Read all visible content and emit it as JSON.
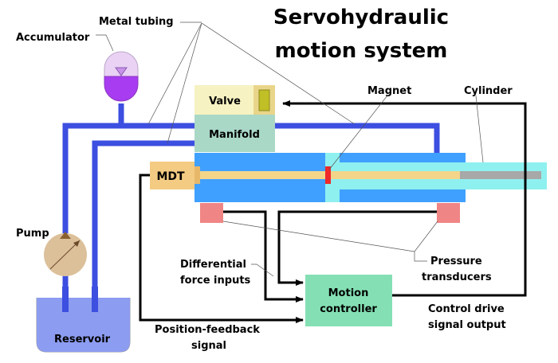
{
  "title": {
    "line1": "Servohydraulic",
    "line2": "motion system"
  },
  "labels": {
    "metal_tubing": "Metal tubing",
    "accumulator": "Accumulator",
    "valve": "Valve",
    "manifold": "Manifold",
    "mdt": "MDT",
    "magnet": "Magnet",
    "cylinder": "Cylinder",
    "pump": "Pump",
    "reservoir": "Reservoir",
    "differential_line1": "Differential",
    "differential_line2": "force inputs",
    "pressure_line1": "Pressure",
    "pressure_line2": "transducers",
    "motion_line1": "Motion",
    "motion_line2": "controller",
    "control_line1": "Control drive",
    "control_line2": "signal output",
    "position_line1": "Position-feedback",
    "position_line2": "signal"
  },
  "colors": {
    "tubing": "#3c4fe0",
    "cylinder_body": "#3fa0ff",
    "cylinder_light": "#8ff0f0",
    "rod": "#f3d58a",
    "rod_end": "#a8a8a8",
    "magnet": "#ee2a2a",
    "valve": "#f6f2c2",
    "valve_spool": "#c0bf25",
    "manifold": "#a9d8c6",
    "mdt": "#f3cb82",
    "transducer": "#f08585",
    "controller": "#84e0b4",
    "accumulator_top": "#ead2f5",
    "accumulator_bottom": "#a83cf0",
    "pump": "#dcc09a",
    "reservoir": "#8c9cf0"
  }
}
